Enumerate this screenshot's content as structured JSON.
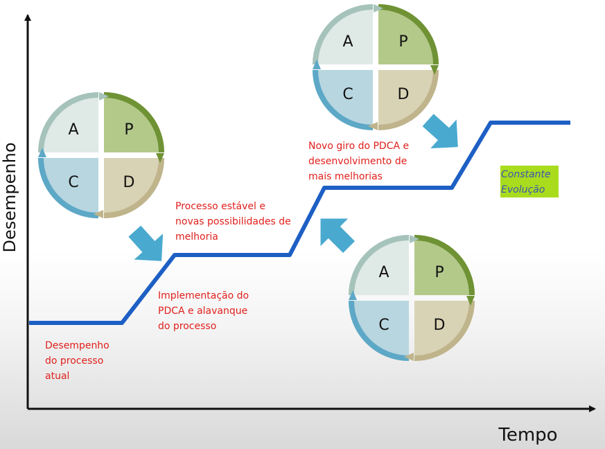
{
  "axes": {
    "y_label": "Desempenho",
    "x_label": "Tempo"
  },
  "labels": {
    "current": "Desempenho\ndo processo\natual",
    "implementation": "Implementação do\nPDCA e alavanque\ndo processo",
    "stable": "Processo estável e\nnovas possibilidades de\nmelhoria",
    "new_cycle": "Novo giro do PDCA e\ndesenvolvimento de\nmais melhorias",
    "constant": "Constante\nEvolução"
  },
  "cycle": {
    "a": "A",
    "p": "P",
    "c": "C",
    "d": "D"
  },
  "colors": {
    "step_line": "#1d5fc4",
    "arrow": "#4aa9cf",
    "label_text": "#e0201c",
    "highlight": "#aadc1e",
    "quad_a": "#dfe9e5",
    "quad_p": "#b3c98a",
    "quad_c": "#b8d6e0",
    "quad_d": "#d9d3b5",
    "ring_a": "#a6c3bb",
    "ring_p": "#6f9234",
    "ring_c": "#5da8c6",
    "ring_d": "#bfb48b"
  }
}
